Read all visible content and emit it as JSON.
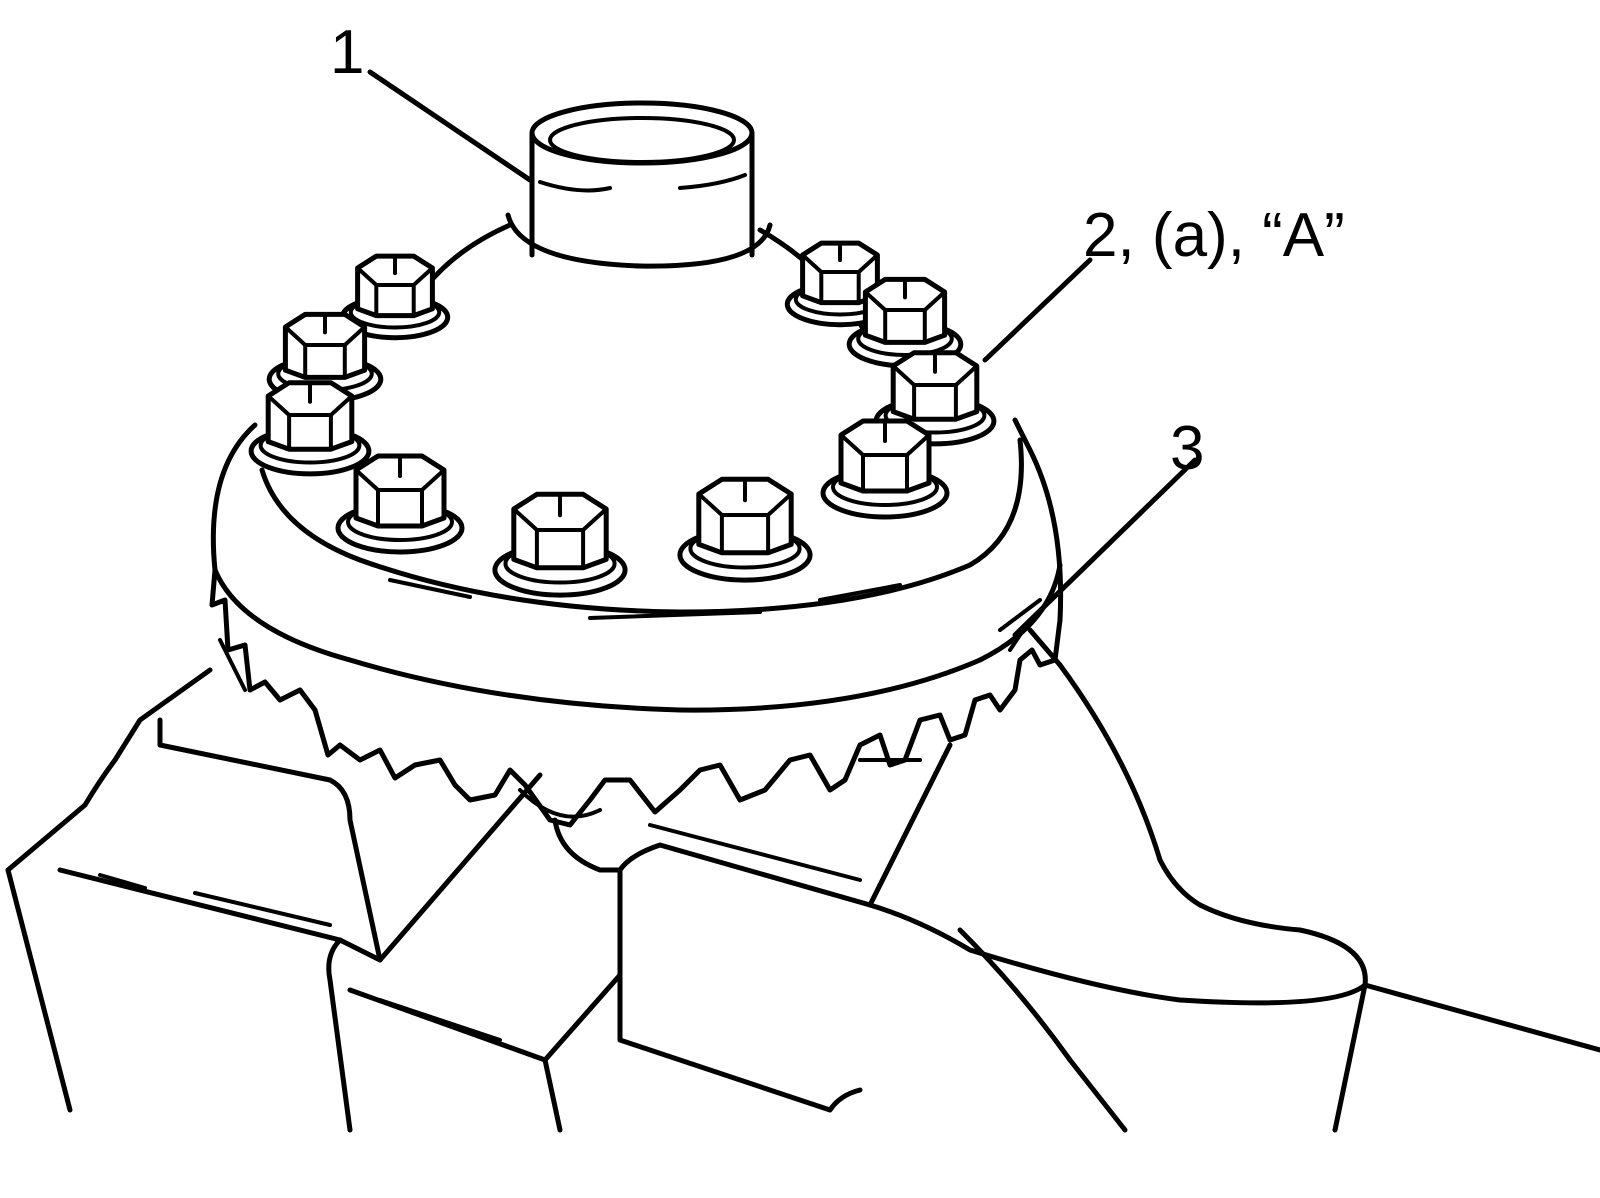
{
  "callouts": {
    "c1": "1",
    "c2": "2, (a), “A”",
    "c3": "3"
  },
  "colors": {
    "line": "#000000",
    "background": "#ffffff"
  }
}
